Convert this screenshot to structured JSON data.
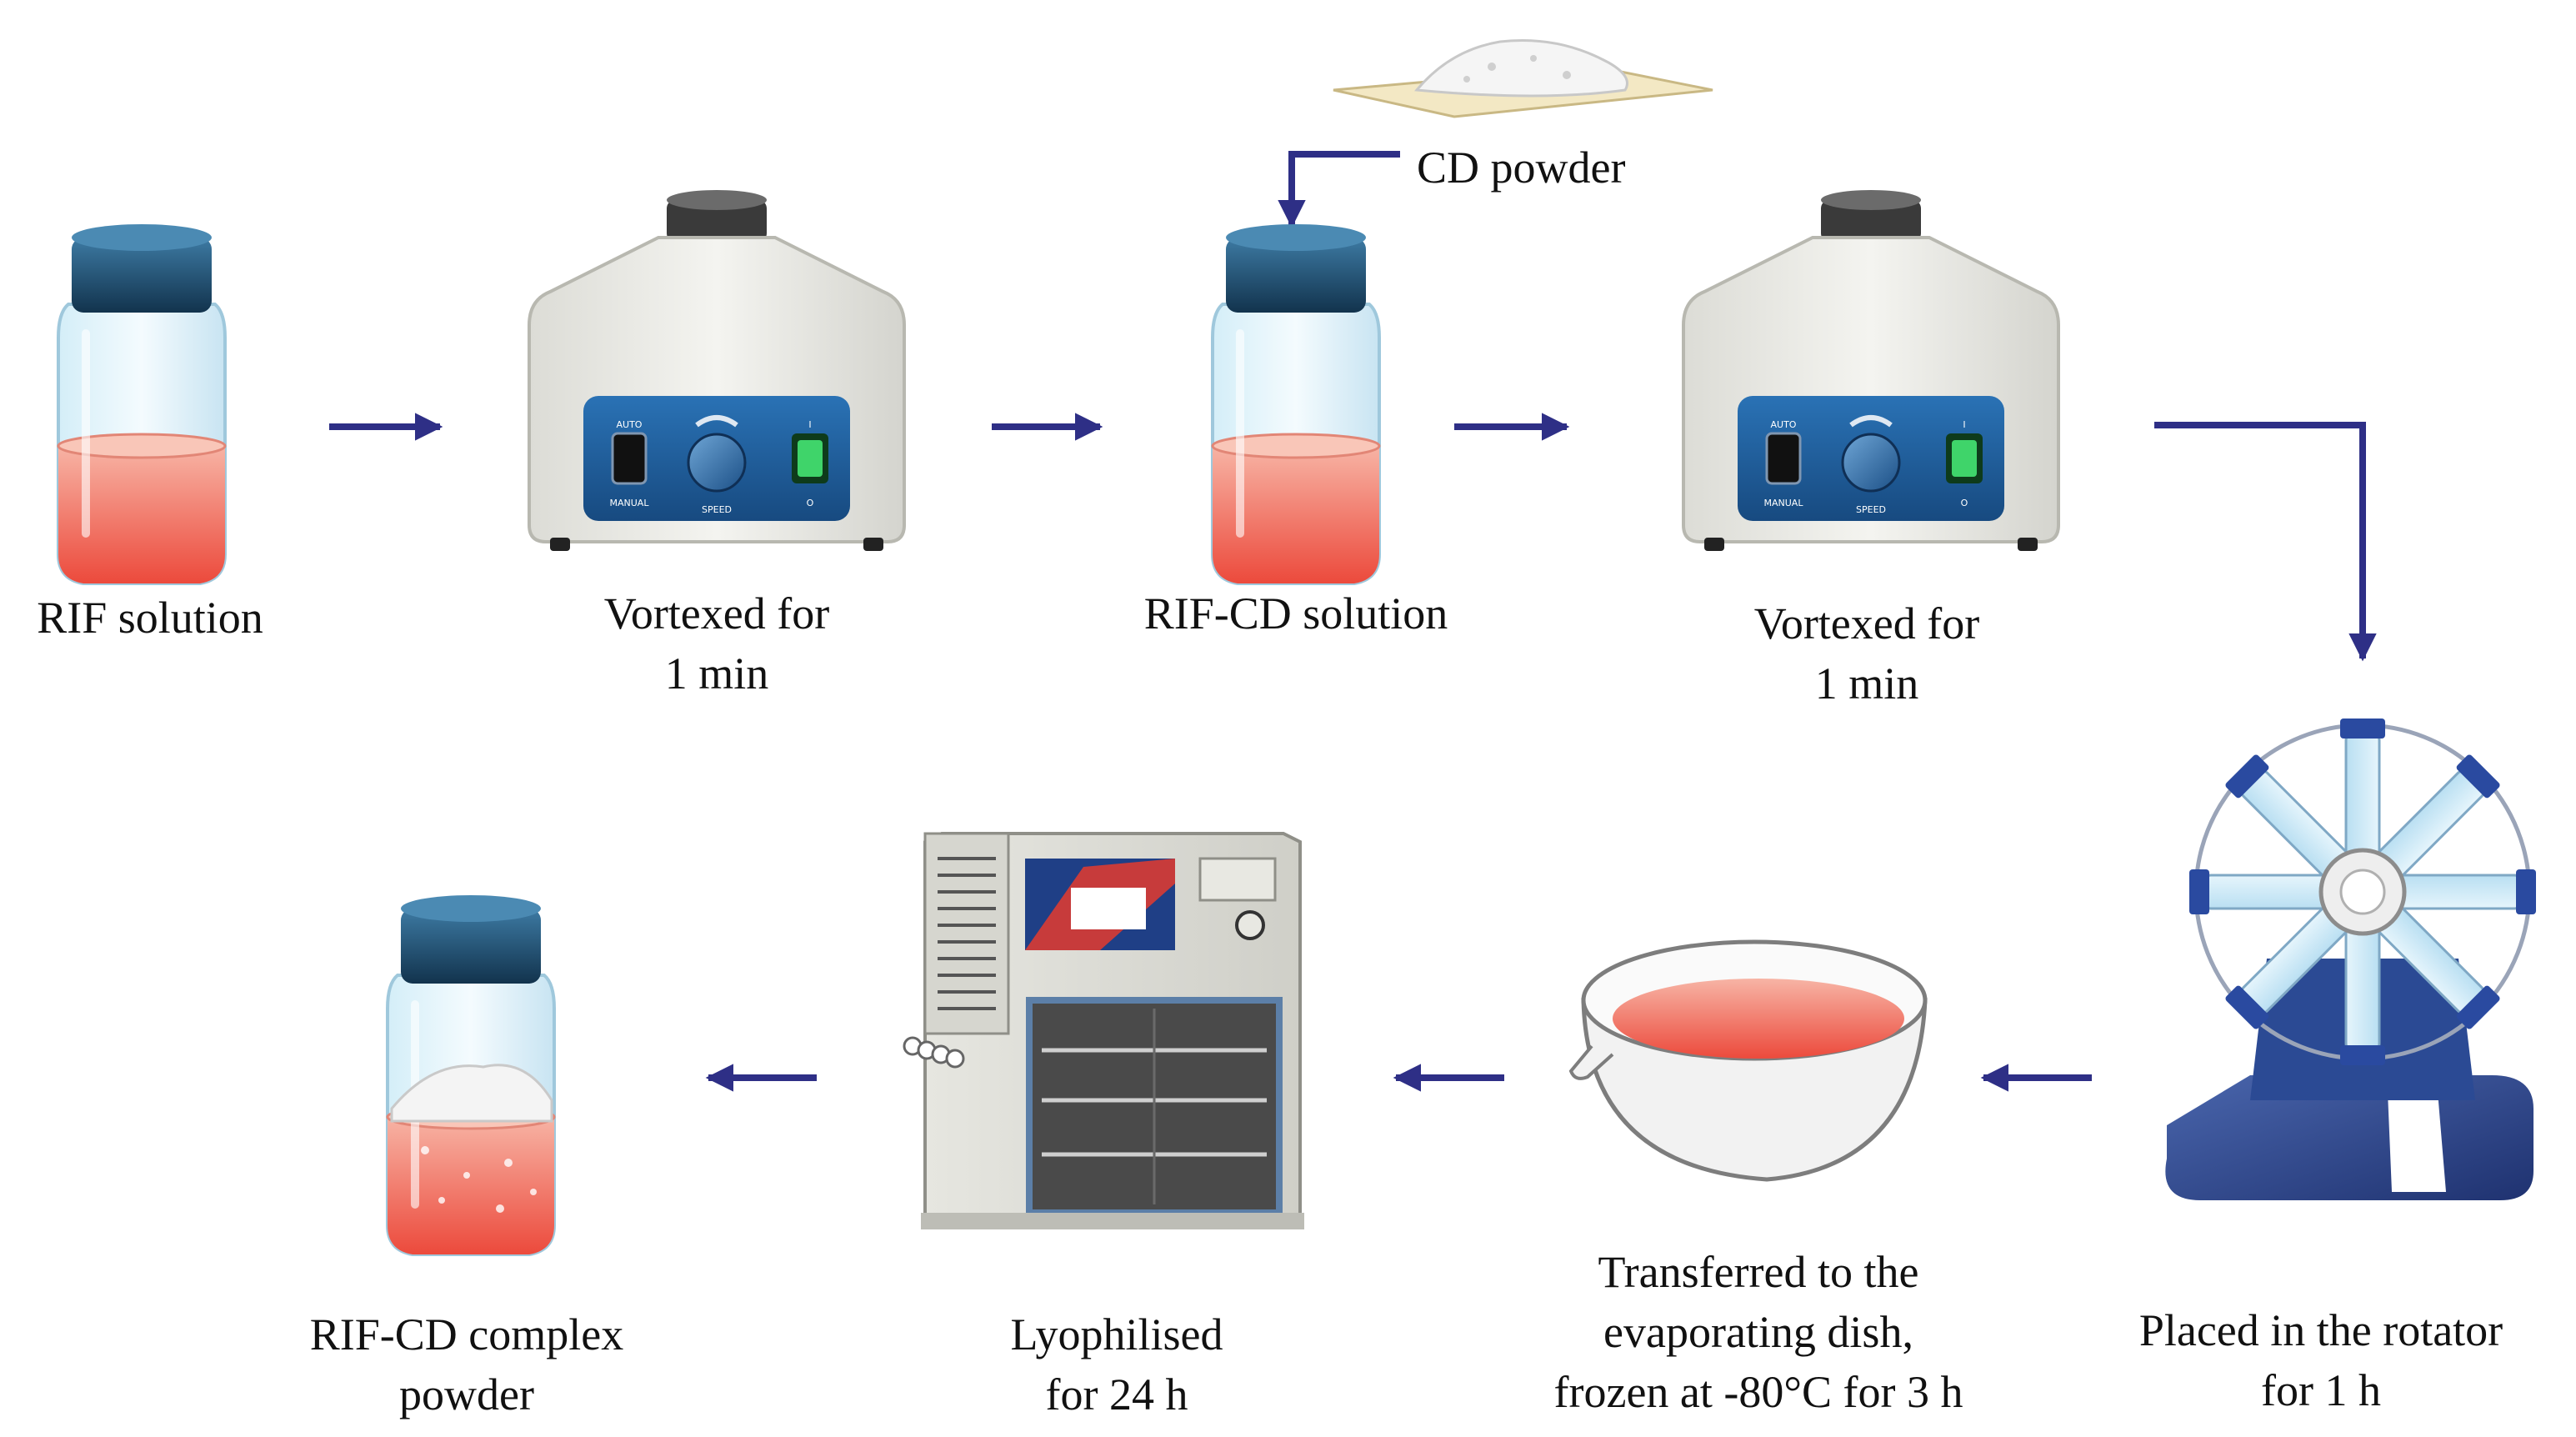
{
  "labels": {
    "rif_solution": "RIF solution",
    "vortex_1": [
      "Vortexed for",
      "1 min"
    ],
    "cd_powder": "CD powder",
    "rif_cd_solution": "RIF-CD solution",
    "vortex_2": [
      "Vortexed for",
      "1 min"
    ],
    "rotator": [
      "Placed in the rotator",
      "for 1 h"
    ],
    "evaporating_dish": [
      "Transferred to the",
      "evaporating dish,",
      "frozen at -80°C for 3 h"
    ],
    "lyophilised": [
      "Lyophilised",
      "for 24 h"
    ],
    "complex_powder": [
      "RIF-CD complex",
      "powder"
    ]
  },
  "vortexer_panel": {
    "auto": "AUTO",
    "manual": "MANUAL",
    "speed": "SPEED",
    "on": "I",
    "off": "O"
  },
  "colors": {
    "arrow": "#2e2f86",
    "liquid": "#f06a5e",
    "cap": "#1f4f6e",
    "vortexer_body": "#eeeeea",
    "control_panel": "#1f5f9e",
    "switch_green": "#3fd46a",
    "rotator_base": "#2f4a8e"
  }
}
